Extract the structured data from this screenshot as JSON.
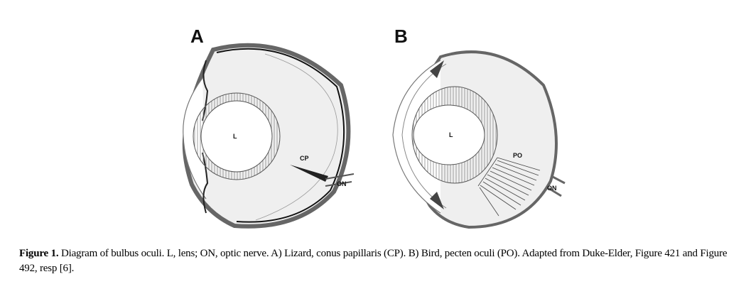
{
  "figure": {
    "panel_a": {
      "letter": "A",
      "lens_label": "L",
      "structure_label": "CP",
      "nerve_label": "ON"
    },
    "panel_b": {
      "letter": "B",
      "lens_label": "L",
      "structure_label": "PO",
      "nerve_label": "ON"
    },
    "caption": {
      "label": "Figure 1.",
      "text": " Diagram of bulbus oculi. L, lens; ON, optic nerve. A) Lizard, conus papillaris (CP). B) Bird, pecten oculi (PO). Adapted from Duke-Elder, Figure 421 and Figure 492, resp [6]."
    }
  }
}
